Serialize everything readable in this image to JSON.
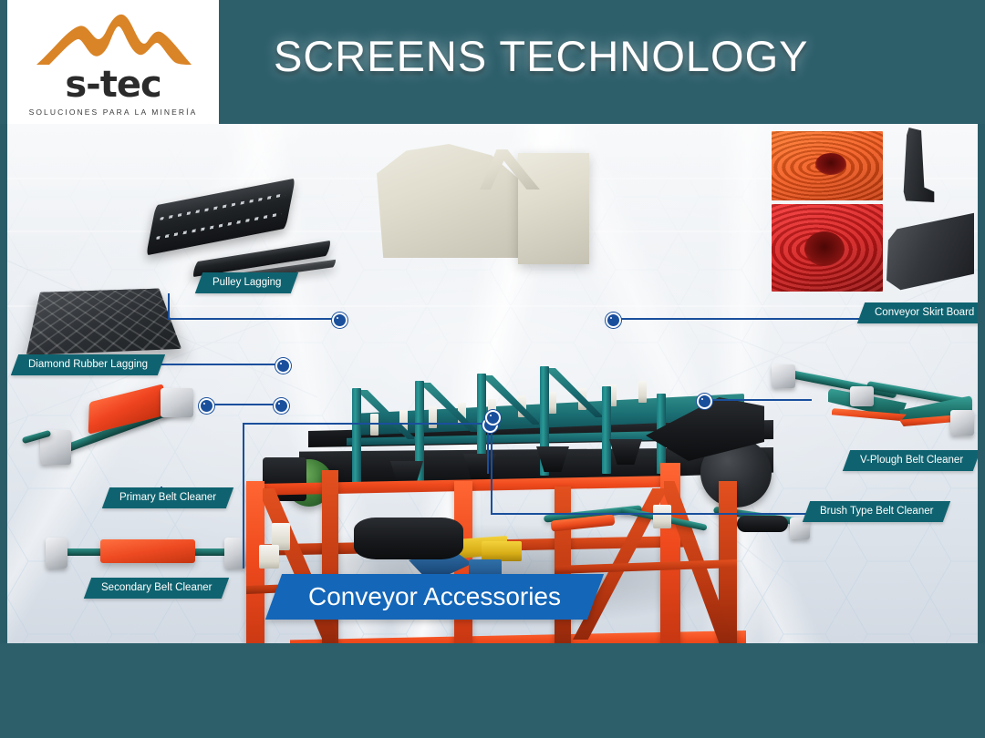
{
  "header": {
    "title": "SCREENS TECHNOLOGY",
    "logo": {
      "wordmark": "s-tec",
      "tagline": "SOLUCIONES PARA LA MINERÍA",
      "mark_name": "mountain-peaks-logo",
      "mark_color": "#d98427"
    },
    "background_color": "#2d5f6b"
  },
  "poster": {
    "hero_label": "Conveyor Accessories",
    "hero_color": "#1466b8",
    "tag_color": "#0f6370",
    "leader_color": "#1a4f9c",
    "callouts": [
      {
        "id": "pulley-lagging",
        "label": "Pulley Lagging"
      },
      {
        "id": "diamond-rubber-lagging",
        "label": "Diamond Rubber Lagging"
      },
      {
        "id": "primary-belt-cleaner",
        "label": "Primary Belt Cleaner"
      },
      {
        "id": "secondary-belt-cleaner",
        "label": "Secondary Belt Cleaner"
      },
      {
        "id": "conveyor-skirt-board",
        "label": "Conveyor Skirt Board"
      },
      {
        "id": "v-plough-belt-cleaner",
        "label": "V-Plough Belt Cleaner"
      },
      {
        "id": "brush-type-belt-cleaner",
        "label": "Brush Type Belt Cleaner"
      }
    ]
  },
  "footer": {
    "background_color": "#2d5f6b"
  }
}
